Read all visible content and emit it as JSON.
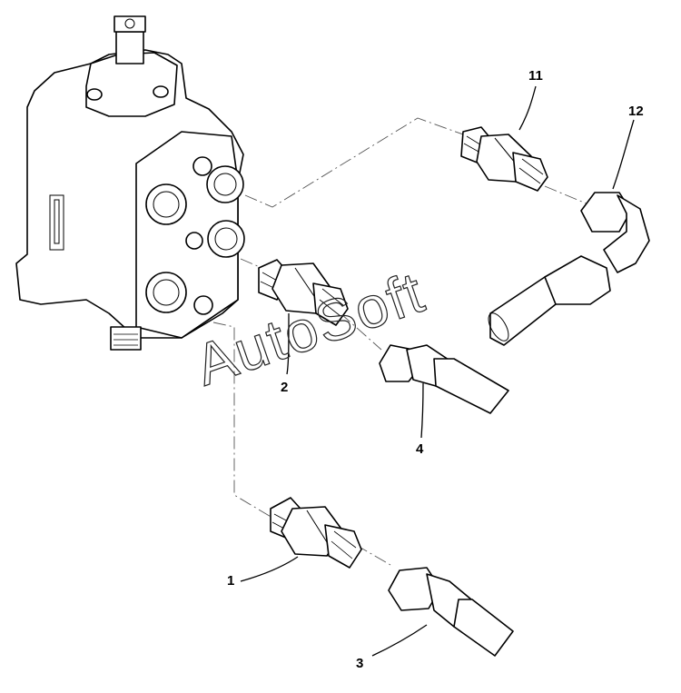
{
  "callouts": {
    "c1": "1",
    "c2": "2",
    "c3": "3",
    "c4": "4",
    "c11": "11",
    "c12": "12"
  },
  "watermark": {
    "text": "AutoSoft"
  }
}
